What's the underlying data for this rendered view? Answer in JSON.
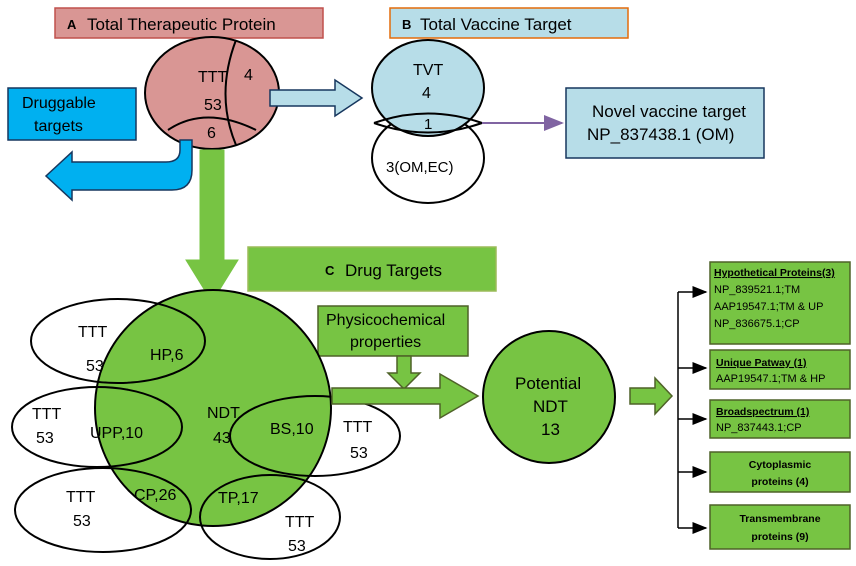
{
  "section_a": {
    "letter": "A",
    "title": "Total Therapeutic Protein",
    "fill": "#d99694"
  },
  "section_b": {
    "letter": "B",
    "title": "Total Vaccine Target",
    "fill": "#b7dde8"
  },
  "section_c": {
    "letter": "C",
    "title": "Drug Targets",
    "fill": "#77c443"
  },
  "ttt_circle": {
    "label": "TTT",
    "value": "53",
    "top_right": "4",
    "bottom": "6"
  },
  "druggable": {
    "line1": "Druggable",
    "line2": "targets",
    "fill": "#00b0f0"
  },
  "tvt_circle": {
    "label": "TVT",
    "value": "4",
    "overlap": "1",
    "lower": "3(OM,EC)"
  },
  "novel_vaccine": {
    "line1": "Novel vaccine target",
    "line2": "NP_837438.1 (OM)"
  },
  "physico": {
    "line1": "Physicochemical",
    "line2": "properties"
  },
  "ndt": {
    "label": "NDT",
    "value": "43"
  },
  "side_circles": [
    {
      "ttt": "TTT",
      "num": "53",
      "overlap": "HP,6"
    },
    {
      "ttt": "TTT",
      "num": "53",
      "overlap": "UPP,10"
    },
    {
      "ttt": "TTT",
      "num": "53",
      "overlap": "BS,10"
    },
    {
      "ttt": "TTT",
      "num": "53",
      "overlap": "CP,26"
    },
    {
      "ttt": "TTT",
      "num": "53",
      "overlap": "TP,17"
    }
  ],
  "potential": {
    "line1": "Potential",
    "line2": "NDT",
    "value": "13"
  },
  "result_boxes": [
    {
      "title": "Hypothetical Proteins(3)",
      "lines": [
        "NP_839521.1;TM",
        "AAP19547.1;TM & UP",
        "NP_836675.1;CP"
      ]
    },
    {
      "title": "Unique Patway (1)",
      "lines": [
        "AAP19547.1;TM & HP"
      ]
    },
    {
      "title": "Broadspectrum (1)",
      "lines": [
        "NP_837443.1;CP"
      ]
    },
    {
      "title": "Cytoplasmic",
      "title2": "proteins (4)"
    },
    {
      "title": "Transmembrane",
      "title2": "proteins (9)"
    }
  ],
  "colors": {
    "green": "#77c443",
    "pink": "#d99694",
    "light_blue": "#b7dde8",
    "bright_blue": "#00b0f0",
    "purple": "#8064a2"
  }
}
